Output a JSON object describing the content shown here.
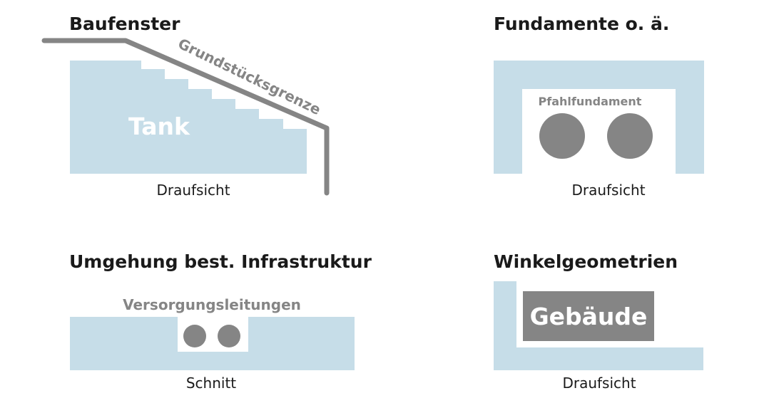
{
  "colors": {
    "light_blue": "#c6dde8",
    "gray": "#858585",
    "dark_text": "#1a1a1a",
    "white": "#ffffff"
  },
  "panels": {
    "baufenster": {
      "title": "Baufenster",
      "boundary_label": "Grundstücksgrenze",
      "object_label": "Tank",
      "caption": "Draufsicht"
    },
    "fundamente": {
      "title": "Fundamente o. ä.",
      "object_label": "Pfahlfundament",
      "caption": "Draufsicht"
    },
    "umgehung": {
      "title": "Umgehung best. Infrastruktur",
      "object_label": "Versorgungsleitungen",
      "caption": "Schnitt"
    },
    "winkel": {
      "title": "Winkelgeometrien",
      "object_label": "Gebäude",
      "caption": "Draufsicht"
    }
  }
}
